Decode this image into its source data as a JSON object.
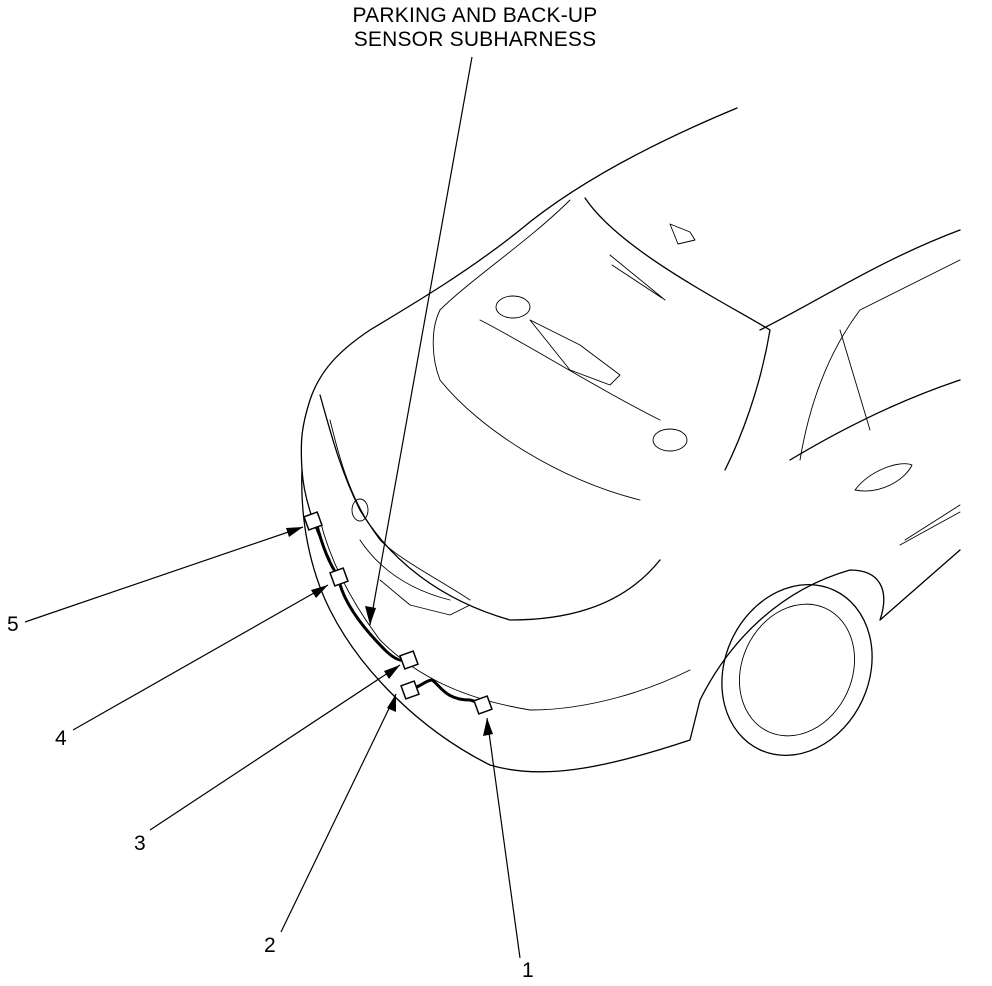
{
  "diagram": {
    "title_line1": "PARKING AND BACK-UP",
    "title_line2": "SENSOR SUBHARNESS",
    "callouts": [
      {
        "id": "1",
        "label": "1"
      },
      {
        "id": "2",
        "label": "2"
      },
      {
        "id": "3",
        "label": "3"
      },
      {
        "id": "4",
        "label": "4"
      },
      {
        "id": "5",
        "label": "5"
      }
    ]
  },
  "colors": {
    "line": "#000000",
    "background": "#ffffff"
  }
}
